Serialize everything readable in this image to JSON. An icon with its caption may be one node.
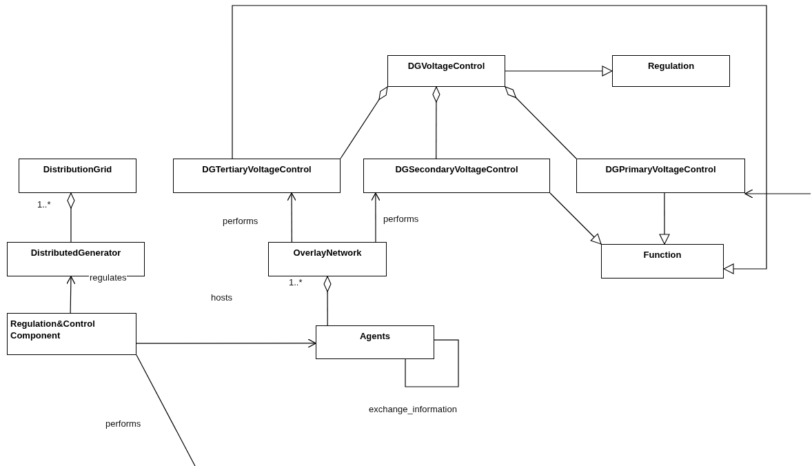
{
  "diagram": {
    "nodes": [
      {
        "text": [
          "DGVoltageControl"
        ]
      },
      {
        "text": [
          "Regulation"
        ]
      },
      {
        "text": [
          "DistributionGrid"
        ]
      },
      {
        "text": [
          "DGTertiaryVoltageControl"
        ]
      },
      {
        "text": [
          "DGSecondaryVoltageControl"
        ]
      },
      {
        "text": [
          "DGPrimaryVoltageControl"
        ]
      },
      {
        "text": [
          "DistributedGenerator"
        ]
      },
      {
        "text": [
          "OverlayNetwork"
        ]
      },
      {
        "text": [
          "Function"
        ]
      },
      {
        "text": [
          "Regulation&Control Component"
        ]
      },
      {
        "text": [
          "Agents"
        ]
      }
    ],
    "edges": [
      {
        "from": 0,
        "to": 1,
        "arrow": "to"
      },
      {
        "from": 3,
        "to": 0,
        "arrow": "other"
      },
      {
        "from": 4,
        "to": 0,
        "arrow": "other"
      },
      {
        "from": 5,
        "to": 0,
        "arrow": "other"
      },
      {
        "from": 6,
        "to": 2,
        "arrow": "other",
        "label": "1..*"
      },
      {
        "from": 9,
        "to": 6,
        "arrow": "to",
        "label": "regulates"
      },
      {
        "from": 7,
        "to": 3,
        "arrow": "to",
        "label": "performs"
      },
      {
        "from": 7,
        "to": 4,
        "arrow": "to",
        "label": "performs"
      },
      {
        "from": 4,
        "to": 8,
        "arrow": "to"
      },
      {
        "from": 5,
        "to": 8,
        "arrow": "to"
      },
      {
        "from": 3,
        "to": 8,
        "arrow": "to"
      },
      {
        "from": 10,
        "to": 7,
        "arrow": "other",
        "label": "1..*"
      },
      {
        "from": 9,
        "to": 10,
        "arrow": "to",
        "label": "hosts"
      },
      {
        "from": 10,
        "to": 10,
        "arrow": "none",
        "label": "exchange_information"
      },
      {
        "from": null,
        "to": 5,
        "arrow": "to"
      },
      {
        "from": 9,
        "to": null,
        "arrow": "none",
        "label": "performs"
      }
    ]
  }
}
